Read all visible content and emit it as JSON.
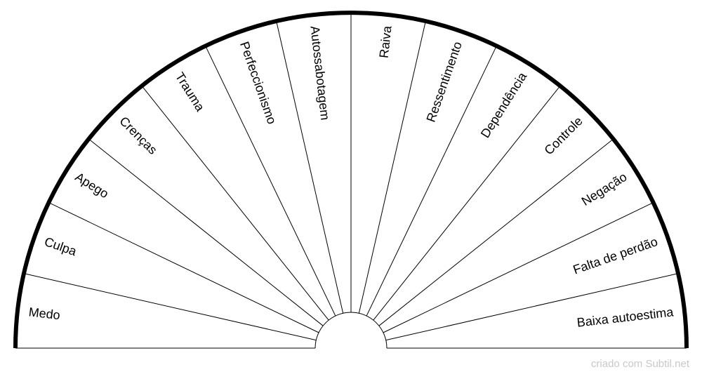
{
  "diagram": {
    "sectors": [
      "Medo",
      "Culpa",
      "Apego",
      "Crenças",
      "Trauma",
      "Perfeccionismo",
      "Autossabotagem",
      "Raiva",
      "Ressentimento",
      "Dependência",
      "Controle",
      "Negação",
      "Falta de perdão",
      "Baixa autoestima"
    ]
  },
  "footer": {
    "credit": "criado com Subtil.net"
  },
  "colors": {
    "background": "#ffffff",
    "ink": "#000000",
    "credit_text": "#c8c8c8"
  }
}
